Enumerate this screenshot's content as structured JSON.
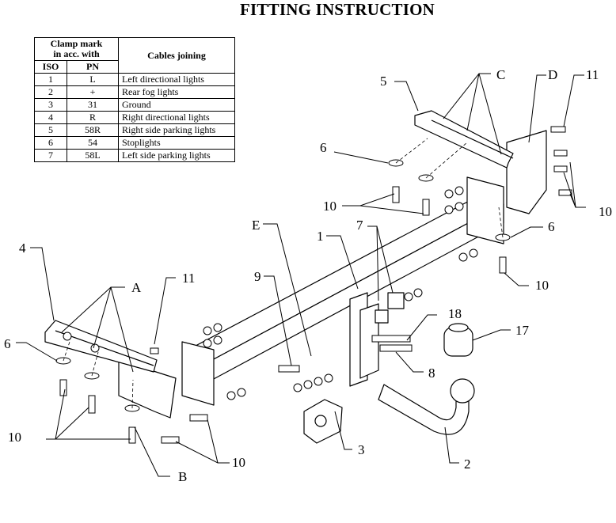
{
  "title": "FITTING INSTRUCTION",
  "table": {
    "header_clamp": "Clamp mark",
    "header_clamp2": "in acc. with",
    "header_iso": "ISO",
    "header_pn": "PN",
    "header_cables": "Cables joining",
    "rows": [
      {
        "iso": "1",
        "pn": "L",
        "cable": "Left directional lights"
      },
      {
        "iso": "2",
        "pn": "+",
        "cable": "Rear fog lights"
      },
      {
        "iso": "3",
        "pn": "31",
        "cable": "Ground"
      },
      {
        "iso": "4",
        "pn": "R",
        "cable": "Right directional lights"
      },
      {
        "iso": "5",
        "pn": "58R",
        "cable": "Right side parking lights"
      },
      {
        "iso": "6",
        "pn": "54",
        "cable": "Stoplights"
      },
      {
        "iso": "7",
        "pn": "58L",
        "cable": "Left side parking lights"
      }
    ]
  },
  "labels": {
    "l5": "5",
    "lC": "C",
    "lD": "D",
    "l11a": "11",
    "l6a": "6",
    "l10a": "10",
    "l10b": "10",
    "l6b": "6",
    "l10c": "10",
    "lE": "E",
    "l1": "1",
    "l7": "7",
    "l4": "4",
    "l9": "9",
    "lA": "A",
    "l11b": "11",
    "l18": "18",
    "l17": "17",
    "l6c": "6",
    "l8": "8",
    "l10d": "10",
    "l10e": "10",
    "l3": "3",
    "l2": "2",
    "lB": "B"
  }
}
